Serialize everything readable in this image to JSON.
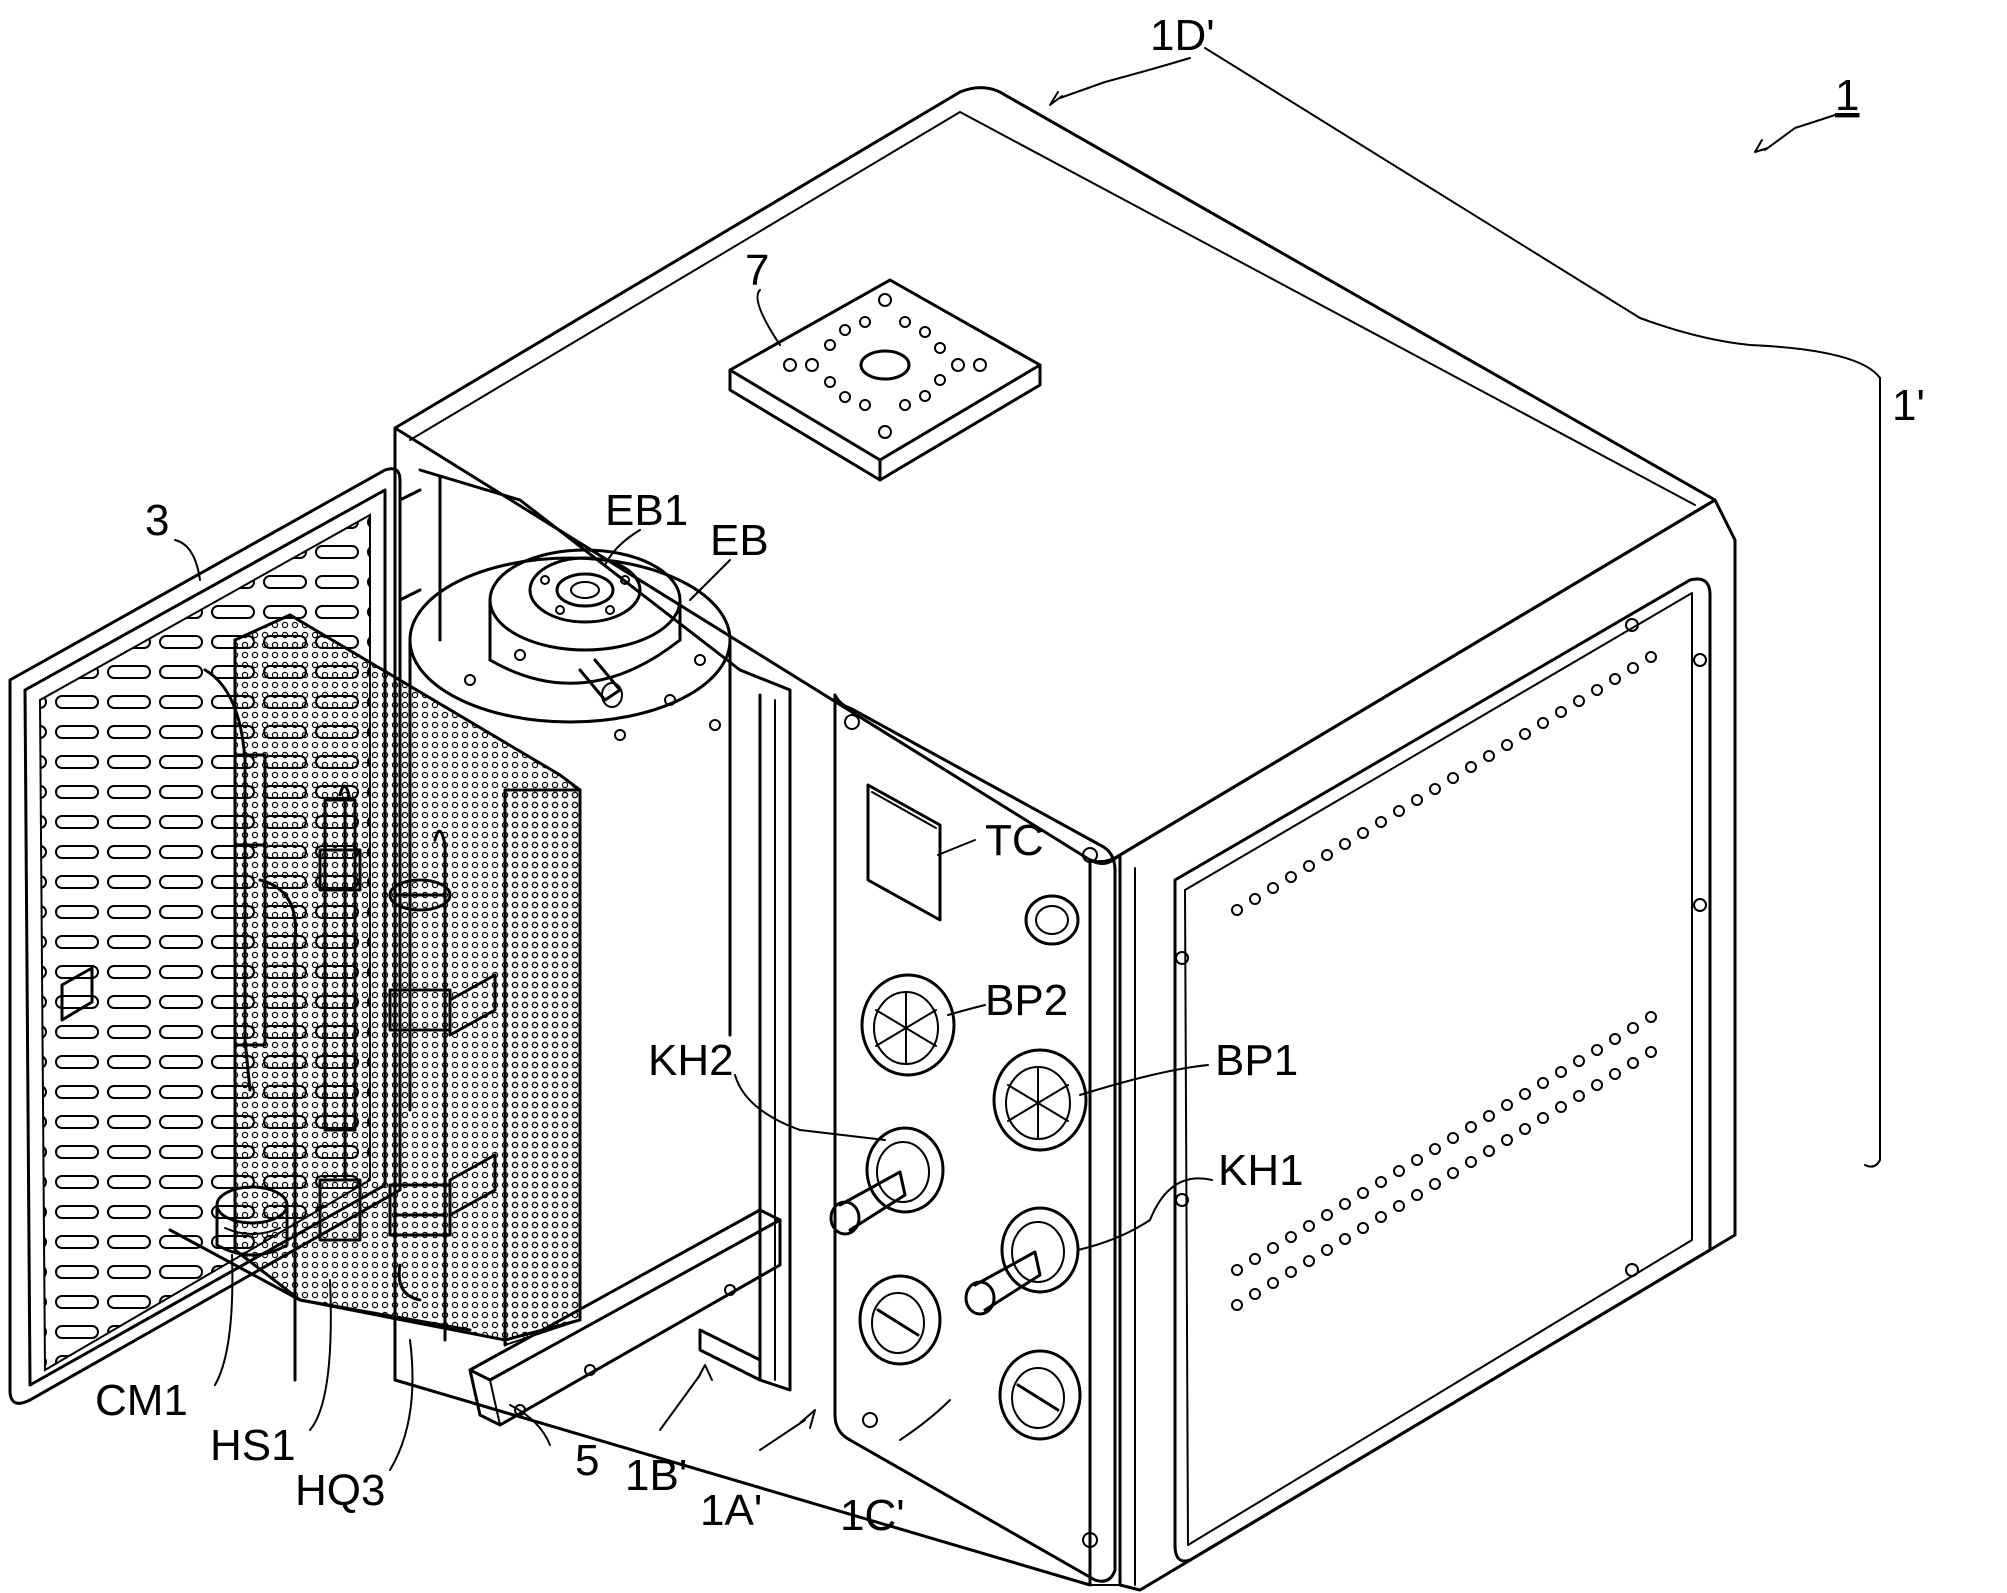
{
  "figure": {
    "labels": {
      "assembly": "1",
      "enclosure_bracket": "1'",
      "top_face": "1D'",
      "front_face": "1C'",
      "front_compartment": "1A'",
      "side_wall": "1B'",
      "door": "3",
      "rail": "5",
      "socket_plate": "7",
      "vessel": "EB",
      "vessel_port": "EB1",
      "display": "TC",
      "button_1": "BP1",
      "button_2": "BP2",
      "tap_1": "KH1",
      "tap_2": "KH2",
      "cup": "CM1",
      "tube_hs1": "HS1",
      "tube_hq3": "HQ3"
    }
  }
}
